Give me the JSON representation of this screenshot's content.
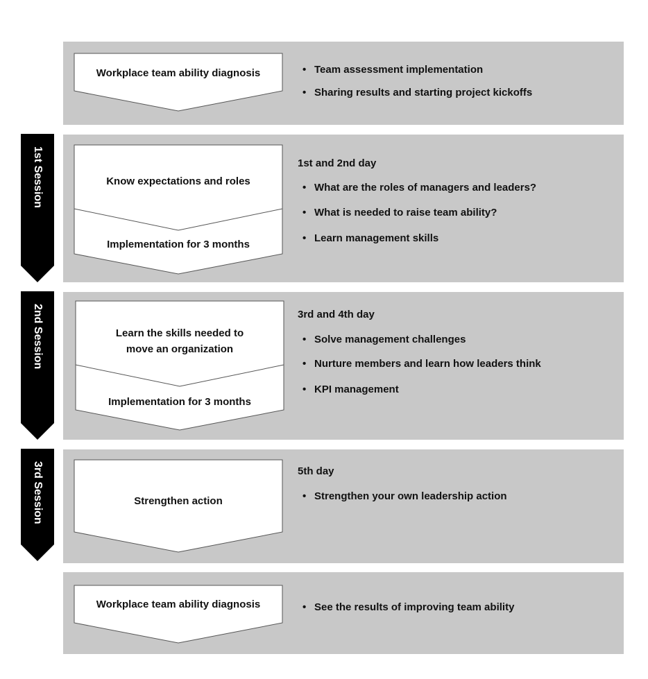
{
  "diagnosis_top": {
    "box": "Workplace team ability diagnosis",
    "bullets": [
      "Team assessment implementation",
      "Sharing results and starting project kickoffs"
    ]
  },
  "session1": {
    "tab": "1st Session",
    "box_top": "Know expectations and roles",
    "box_bottom": "Implementation for 3 months",
    "day": "1st and 2nd day",
    "bullets": [
      "What are the roles of managers and leaders?",
      "What is needed to raise team ability?",
      "Learn management skills"
    ]
  },
  "session2": {
    "tab": "2nd Session",
    "box_top_line1": "Learn the skills needed to",
    "box_top_line2": "move an organization",
    "box_bottom": "Implementation for 3 months",
    "day": "3rd and 4th day",
    "bullets": [
      "Solve management challenges",
      "Nurture members and learn how leaders think",
      "KPI management"
    ]
  },
  "session3": {
    "tab": "3rd Session",
    "box": "Strengthen action",
    "day": "5th day",
    "bullets": [
      "Strengthen your own leadership action"
    ]
  },
  "diagnosis_bottom": {
    "box": "Workplace team ability diagnosis",
    "bullets": [
      "See the results of improving team ability"
    ]
  },
  "bullet_char": "•",
  "colors": {
    "panel": "#c8c8c8",
    "tab": "#000000",
    "box": "#ffffff",
    "outline": "#555555"
  }
}
